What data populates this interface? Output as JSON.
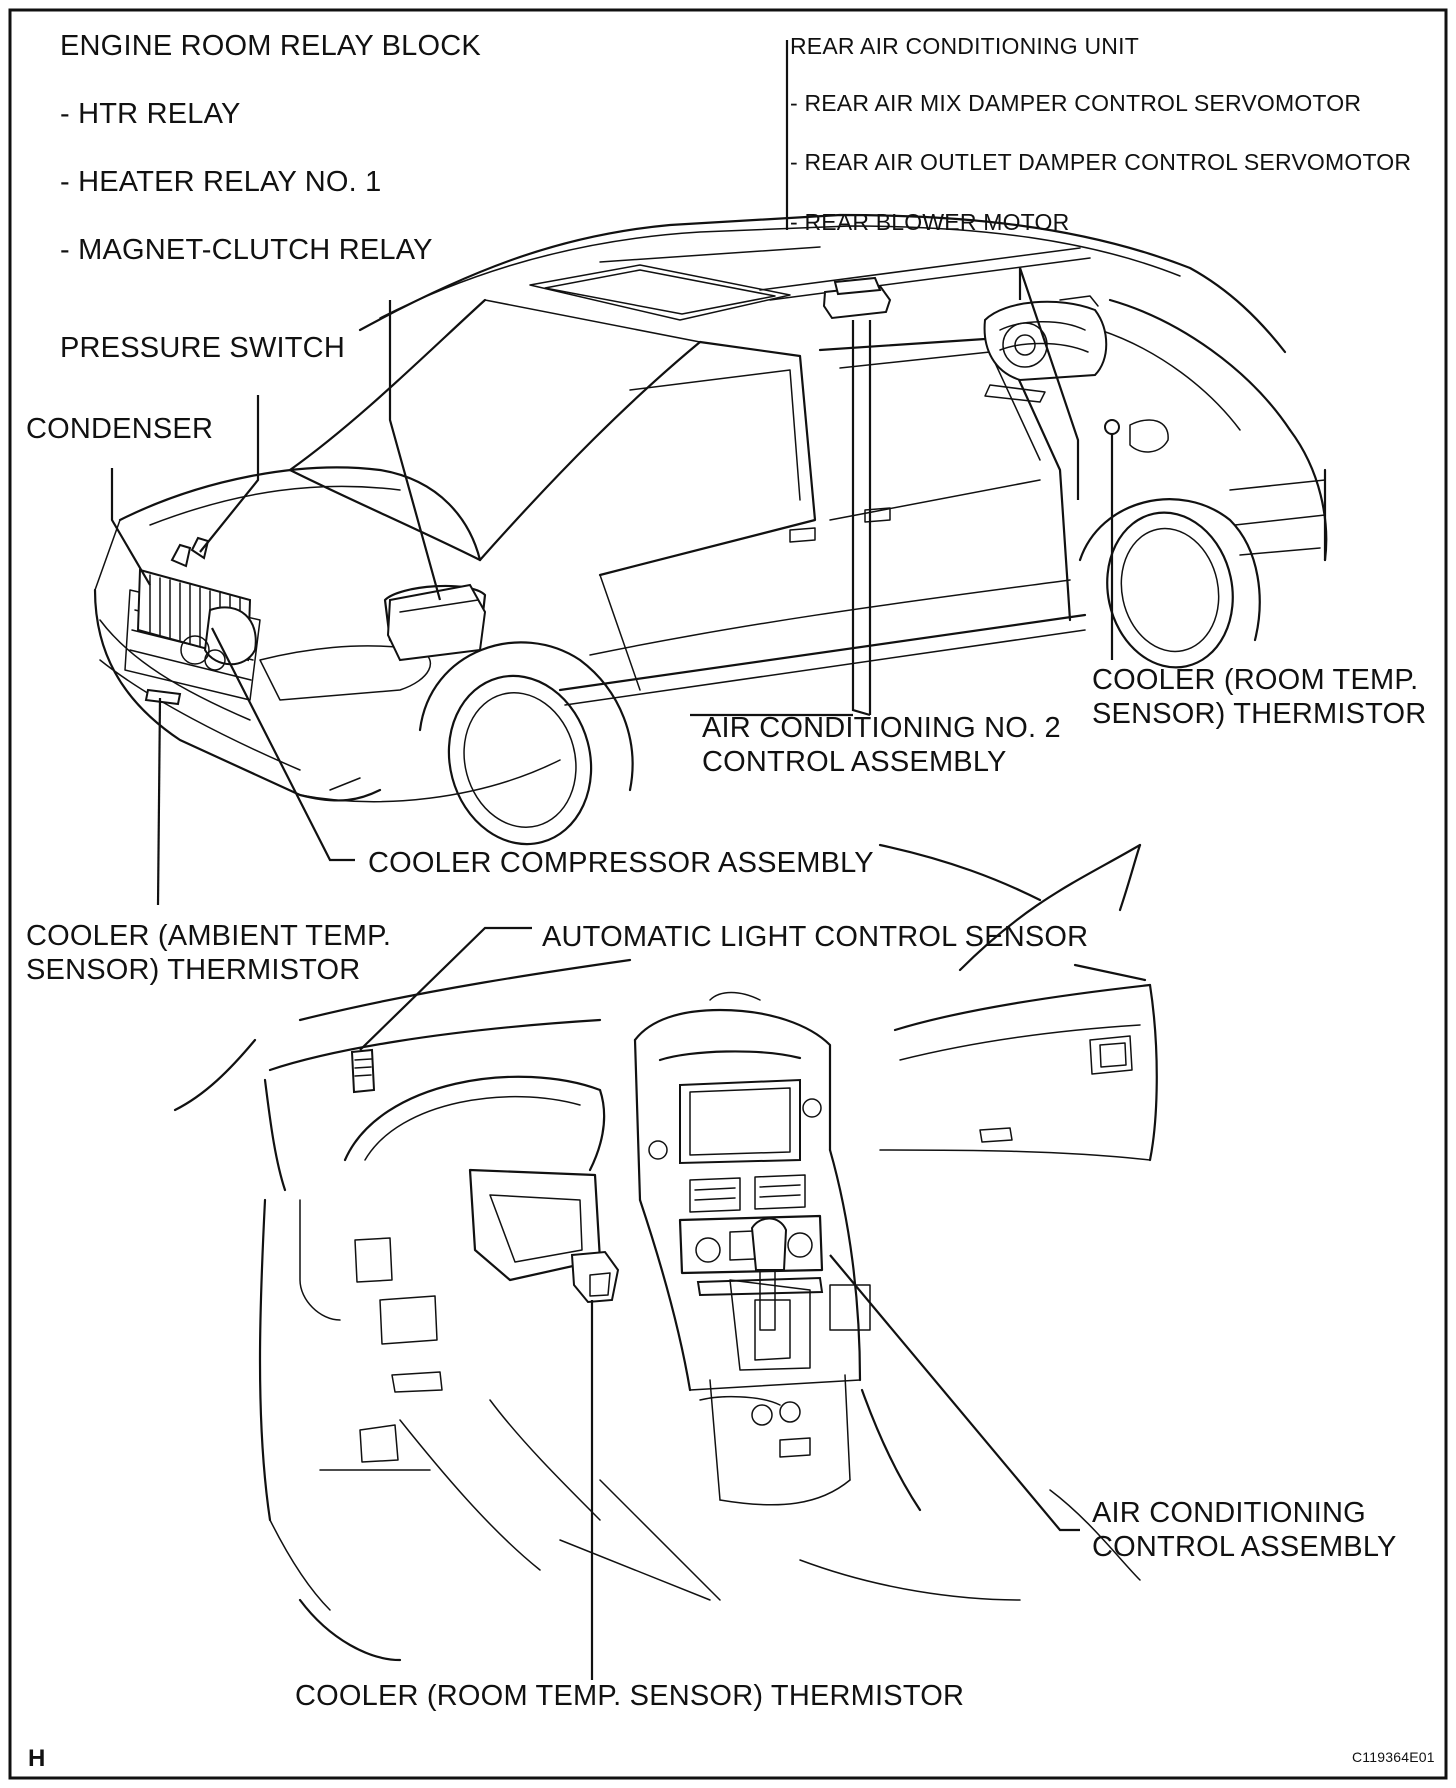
{
  "labels": {
    "engine_room_relay_block": "ENGINE ROOM RELAY BLOCK",
    "htr_relay": "- HTR RELAY",
    "heater_relay_no1": "- HEATER RELAY NO. 1",
    "magnet_clutch_relay": "- MAGNET-CLUTCH RELAY",
    "pressure_switch": "PRESSURE SWITCH",
    "condenser": "CONDENSER",
    "rear_ac_unit": "REAR AIR CONDITIONING UNIT",
    "rear_air_mix_servo": "- REAR AIR MIX DAMPER CONTROL SERVOMOTOR",
    "rear_air_outlet_servo": "- REAR AIR OUTLET DAMPER CONTROL SERVOMOTOR",
    "rear_blower_motor": "- REAR BLOWER MOTOR",
    "cooler_room_temp_rear_line1": "COOLER (ROOM TEMP.",
    "cooler_room_temp_rear_line2": "SENSOR) THERMISTOR",
    "ac_no2_line1": "AIR CONDITIONING NO. 2",
    "ac_no2_line2": "CONTROL ASSEMBLY",
    "cooler_compressor": "COOLER COMPRESSOR ASSEMBLY",
    "ambient_line1": "COOLER (AMBIENT TEMP.",
    "ambient_line2": "SENSOR) THERMISTOR",
    "auto_light_sensor": "AUTOMATIC LIGHT CONTROL SENSOR",
    "ac_control_line1": "AIR CONDITIONING",
    "ac_control_line2": "CONTROL ASSEMBLY",
    "cooler_room_temp_front": "COOLER (ROOM TEMP. SENSOR) THERMISTOR"
  },
  "corner": {
    "section_letter": "H",
    "figure_code": "C119364E01"
  }
}
